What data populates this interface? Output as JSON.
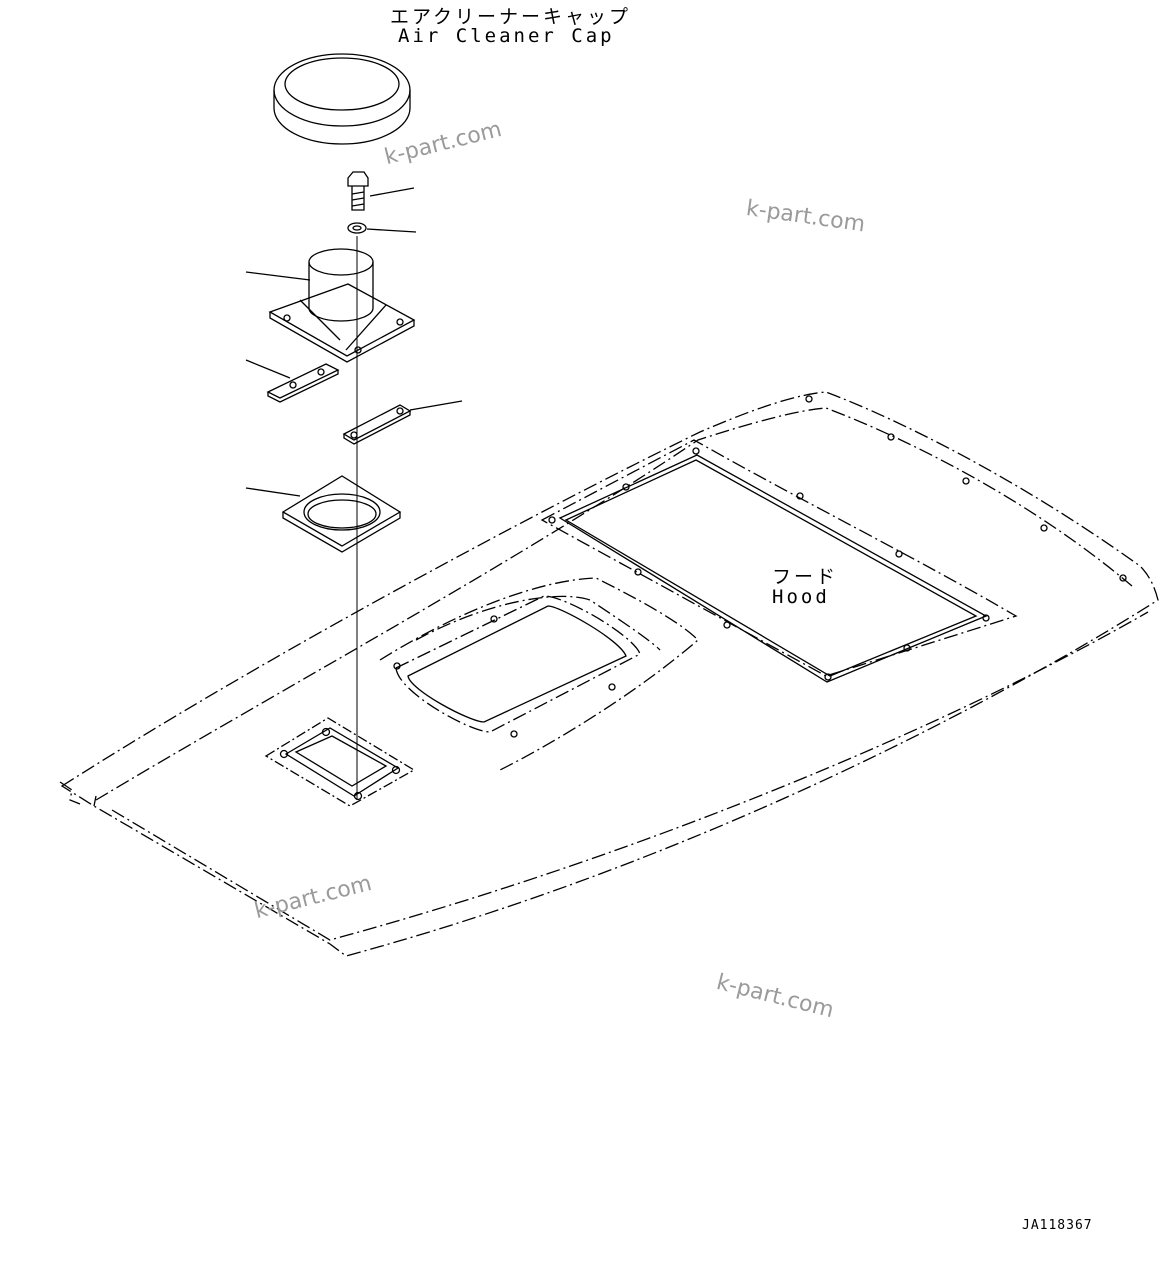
{
  "labels": {
    "air_cleaner_cap_jp": "エアクリーナーキャップ",
    "air_cleaner_cap_en": "Air Cleaner Cap",
    "hood_jp": "フード",
    "hood_en": "Hood"
  },
  "drawing_code": "JA118367",
  "watermarks": [
    "k-part.com",
    "k-part.com",
    "k-part.com",
    "k-part.com"
  ],
  "colors": {
    "line": "#000000",
    "watermark": "#9a9a9a",
    "background": "#ffffff"
  }
}
